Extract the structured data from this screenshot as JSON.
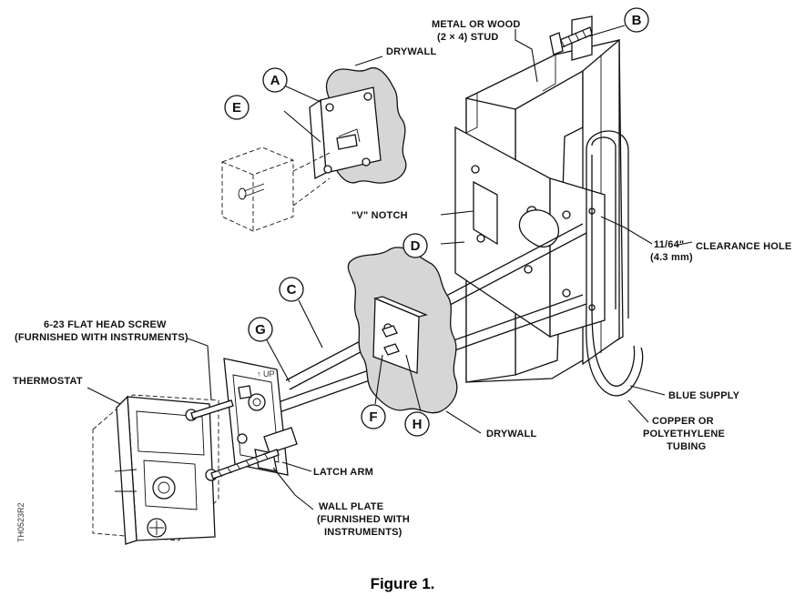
{
  "labels": {
    "metal_stud": "METAL OR WOOD",
    "metal_stud_2": "(2 × 4) STUD",
    "drywall_top": "DRYWALL",
    "v_notch": "\"V\" NOTCH",
    "clearance_hole": "11/64\"",
    "clearance_hole_label": "CLEARANCE HOLE",
    "clearance_hole_mm": "(4.3 mm)",
    "screw_line1": "6-23 FLAT HEAD SCREW",
    "screw_line2": "(FURNISHED WITH INSTRUMENTS)",
    "thermostat": "THERMOSTAT",
    "drywall_bottom": "DRYWALL",
    "blue_supply": "BLUE SUPPLY",
    "tubing_1": "COPPER OR",
    "tubing_2": "POLYETHYLENE",
    "tubing_3": "TUBING",
    "latch_arm": "LATCH ARM",
    "wall_plate_1": "WALL PLATE",
    "wall_plate_2": "(FURNISHED WITH",
    "wall_plate_3": "INSTRUMENTS)",
    "up_mark": "↑ UP"
  },
  "callouts": [
    "A",
    "B",
    "C",
    "D",
    "E",
    "F",
    "G",
    "H"
  ],
  "drawing_code": "TH0523R2",
  "caption": "Figure 1."
}
